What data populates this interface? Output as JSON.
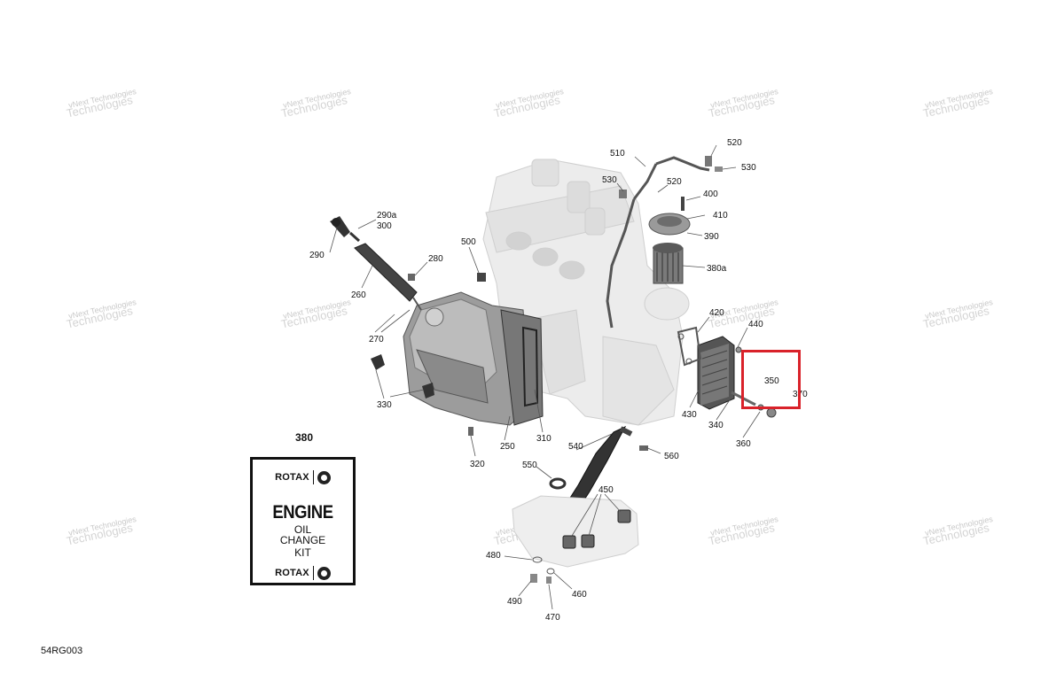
{
  "watermark": {
    "line1": "vNext Technologies",
    "line2": "Technologies"
  },
  "callouts": {
    "c510": "510",
    "c520a": "520",
    "c530a": "530",
    "c530b": "530",
    "c520b": "520",
    "c400": "400",
    "c410": "410",
    "c390": "390",
    "c380a": "380a",
    "c500": "500",
    "c290a": "290a",
    "c300": "300",
    "c290": "290",
    "c280": "280",
    "c260": "260",
    "c270": "270",
    "c420": "420",
    "c440": "440",
    "c350": "350",
    "c370": "370",
    "c330": "330",
    "c430": "430",
    "c340": "340",
    "c360": "360",
    "c250": "250",
    "c310": "310",
    "c540": "540",
    "c560": "560",
    "c320": "320",
    "c550": "550",
    "c450": "450",
    "c480": "480",
    "c460": "460",
    "c490": "490",
    "c470": "470"
  },
  "kit": {
    "caption": "380",
    "brand": "ROTAX",
    "title": "ENGINE",
    "line1": "OIL",
    "line2": "CHANGE",
    "line3": "KIT"
  },
  "diagram_code": "54RG003",
  "colors": {
    "highlight": "#d9222a",
    "part_light": "#e6e6e6",
    "part_mid": "#bdbdbd",
    "part_dark": "#3a3a3a"
  }
}
